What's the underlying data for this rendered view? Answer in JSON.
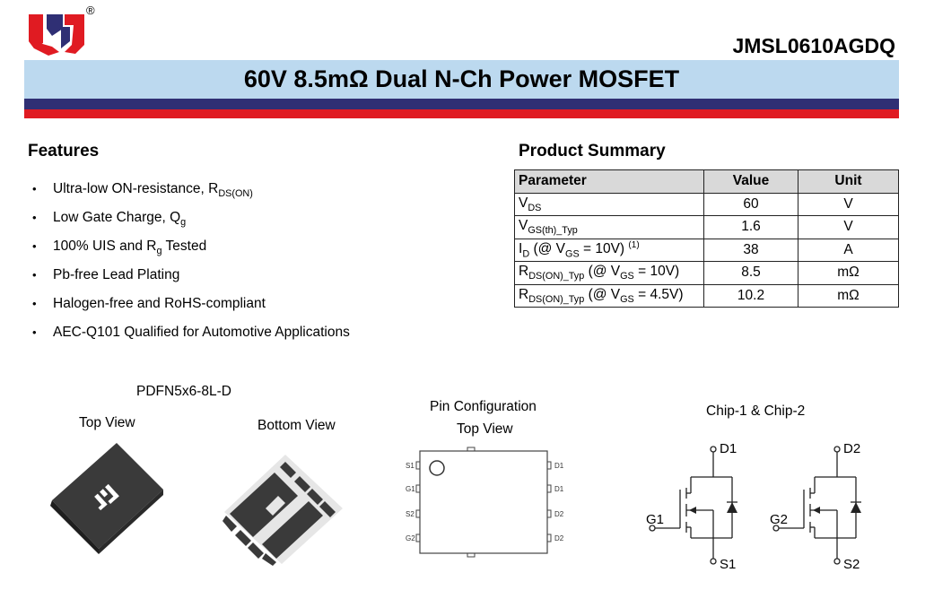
{
  "header": {
    "registered_mark": "®",
    "part_number": "JMSL0610AGDQ",
    "title": "60V 8.5mΩ Dual N-Ch Power MOSFET"
  },
  "colors": {
    "title_band": "#bcd9ef",
    "stripe_navy": "#2f2f74",
    "stripe_red": "#e01b22",
    "logo_red": "#e01b22",
    "logo_navy": "#2f2f74"
  },
  "features": {
    "heading": "Features",
    "items": [
      {
        "text": "Ultra-low ON-resistance, R",
        "sub": "DS(ON)",
        "tail": ""
      },
      {
        "text": "Low Gate Charge, Q",
        "sub": "g",
        "tail": ""
      },
      {
        "text": "100% UIS and R",
        "sub": "g",
        "tail": " Tested"
      },
      {
        "text": "Pb-free Lead Plating",
        "sub": "",
        "tail": ""
      },
      {
        "text": "Halogen-free and RoHS-compliant",
        "sub": "",
        "tail": ""
      },
      {
        "text": "AEC-Q101 Qualified for Automotive Applications",
        "sub": "",
        "tail": ""
      }
    ]
  },
  "summary": {
    "heading": "Product Summary",
    "columns": [
      "Parameter",
      "Value",
      "Unit"
    ],
    "rows": [
      {
        "value": "60",
        "unit": "V"
      },
      {
        "value": "1.6",
        "unit": "V"
      },
      {
        "value": "38",
        "unit": "A"
      },
      {
        "value": "8.5",
        "unit": "mΩ"
      },
      {
        "value": "10.2",
        "unit": "mΩ"
      }
    ]
  },
  "package": {
    "name": "PDFN5x6-8L-D",
    "top_view": "Top View",
    "bottom_view": "Bottom View",
    "pin_config_title": "Pin Configuration",
    "pin_config_view": "Top View",
    "pins_left": [
      "S1",
      "G1",
      "S2",
      "G2"
    ],
    "pins_right": [
      "D1",
      "D1",
      "D2",
      "D2"
    ]
  },
  "schematic": {
    "title": "Chip-1 & Chip-2",
    "labels": {
      "d1": "D1",
      "g1": "G1",
      "s1": "S1",
      "d2": "D2",
      "g2": "G2",
      "s2": "S2"
    }
  }
}
